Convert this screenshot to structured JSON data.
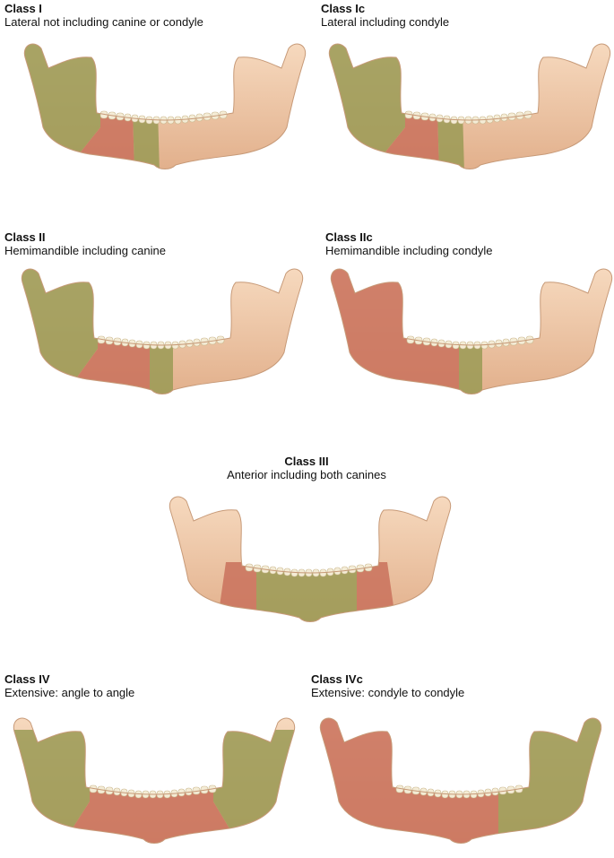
{
  "colors": {
    "bone": "#f2cfb0",
    "bone_shade": "#e6b894",
    "red_zone": "#c9715c",
    "green_zone": "#9a9a55",
    "green_bright": "#8fb347",
    "tooth": "#f4ecd6"
  },
  "panels": [
    {
      "id": "class-1",
      "title": "Class I",
      "subtitle": "Lateral not including canine or condyle"
    },
    {
      "id": "class-1c",
      "title": "Class Ic",
      "subtitle": "Lateral including condyle"
    },
    {
      "id": "class-2",
      "title": "Class II",
      "subtitle": "Hemimandible including canine"
    },
    {
      "id": "class-2c",
      "title": "Class IIc",
      "subtitle": "Hemimandible including condyle"
    },
    {
      "id": "class-3",
      "title": "Class III",
      "subtitle": "Anterior including both canines"
    },
    {
      "id": "class-4",
      "title": "Class IV",
      "subtitle": "Extensive: angle to angle"
    },
    {
      "id": "class-4c",
      "title": "Class IVc",
      "subtitle": "Extensive: condyle to condyle"
    }
  ]
}
